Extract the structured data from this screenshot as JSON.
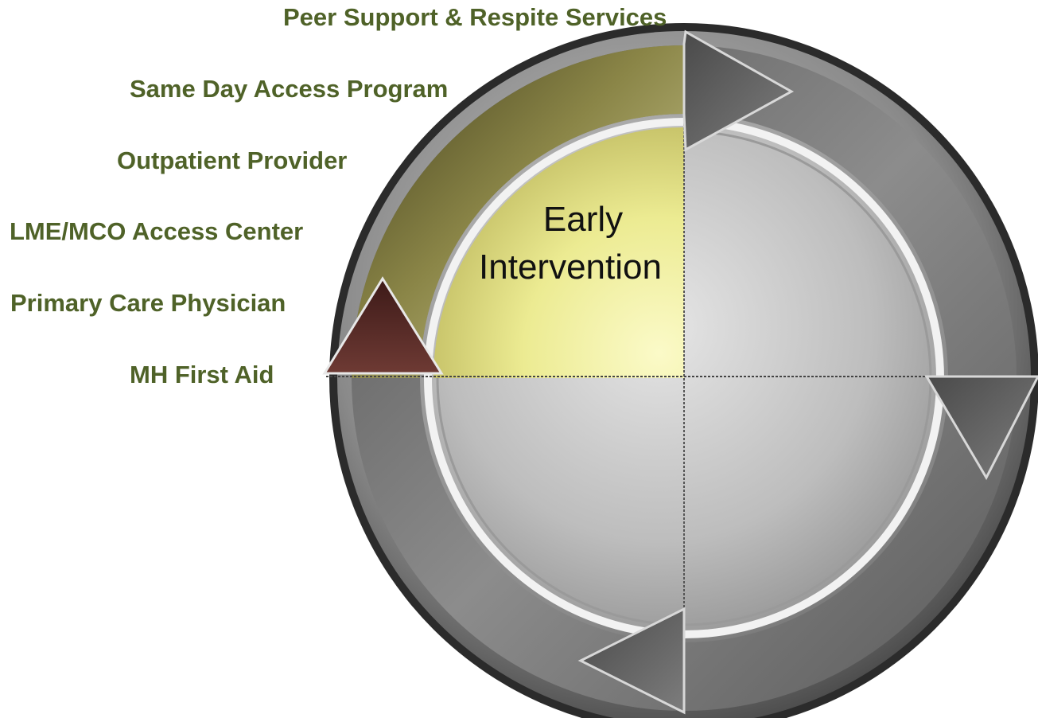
{
  "labels": [
    "Peer Support & Respite Services",
    "Same Day Access Program",
    "Outpatient Provider",
    "LME/MCO Access Center",
    "Primary Care Physician",
    "MH First Aid"
  ],
  "center_label": {
    "line1": "Early",
    "line2": "Intervention"
  },
  "colors": {
    "label_text": "#4f6228",
    "quadrant_highlight": "#f4f2a6",
    "ring_highlight": "#7a7640",
    "ring_gray": "#6d6d6d",
    "start_arrow": "#5b2a26",
    "center_text": "#111111"
  }
}
